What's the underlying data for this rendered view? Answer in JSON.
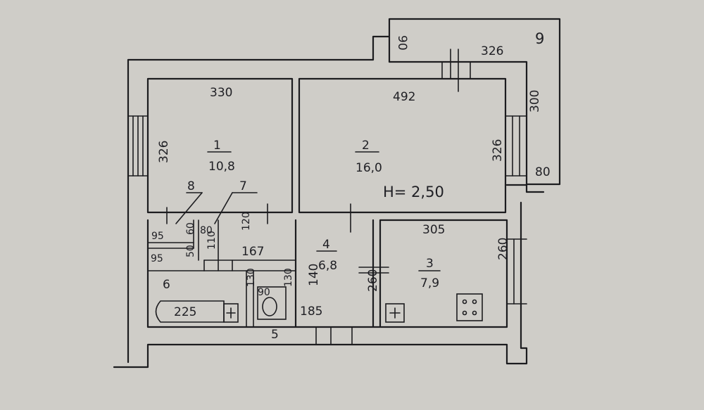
{
  "dimensions": {
    "room1_width": "330",
    "room1_height": "326",
    "room2_width": "492",
    "room2_height_right": "326",
    "balcony_depth": "90",
    "balcony_length": "326",
    "balcony_number": "9",
    "balcony_side": "300",
    "balcony_bottom": "80",
    "room3_width": "305",
    "room3_height": "260",
    "room4_height": "140",
    "room4_bottom": "185",
    "room4_partition": "260",
    "corridor_top": "120",
    "corridor_width": "167",
    "corridor_bottom": "5",
    "bath_width": "225",
    "bath_side": "130",
    "toilet_width": "90",
    "toilet_side": "130",
    "closet8_width": "95",
    "closet8_depth": "60",
    "closet6_width": "95",
    "closet6_depth": "50",
    "closet7_width": "80",
    "closet7_depth": "110"
  },
  "rooms": [
    {
      "num": "1",
      "area": "10,8"
    },
    {
      "num": "2",
      "area": "16,0"
    },
    {
      "num": "3",
      "area": "7,9"
    },
    {
      "num": "4",
      "area": "6,8"
    },
    {
      "num": "6"
    },
    {
      "num": "7"
    },
    {
      "num": "8"
    }
  ],
  "ceiling_height": "H= 2,50"
}
